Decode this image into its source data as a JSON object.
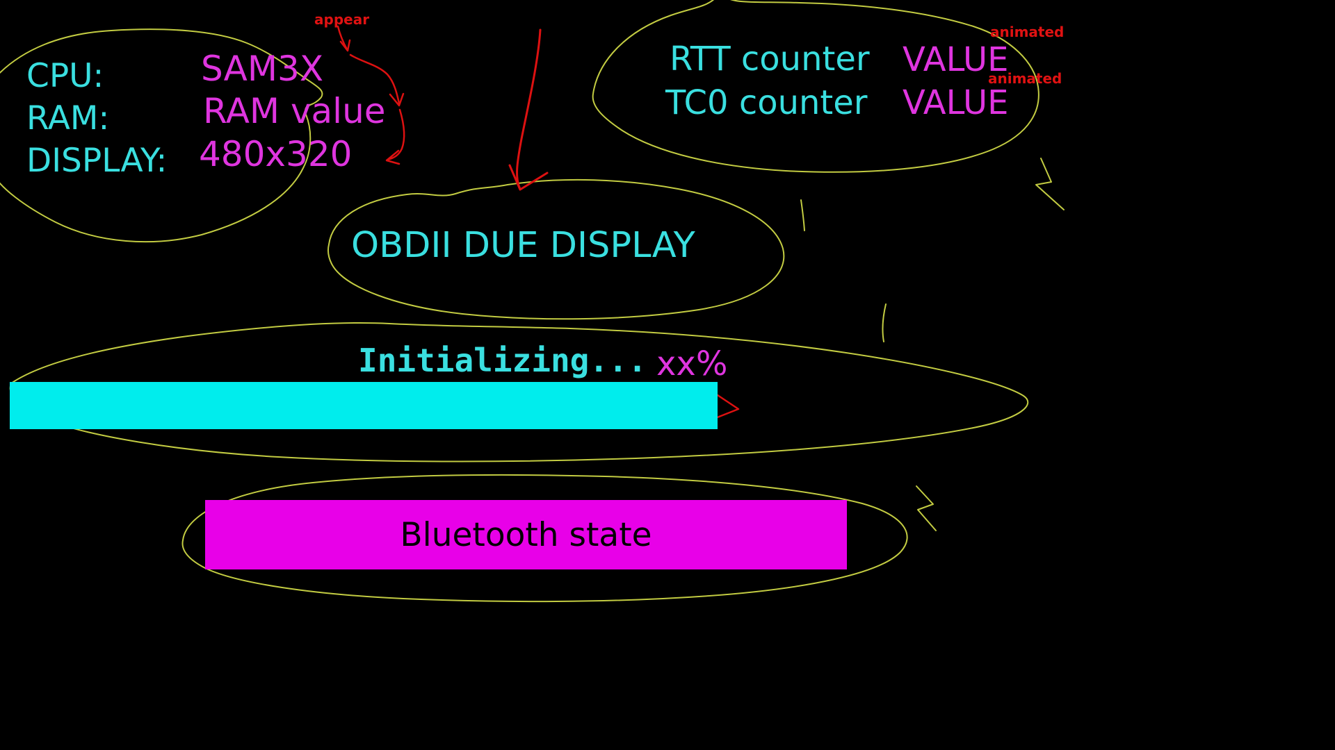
{
  "colors": {
    "background": "#000000",
    "cyan_text": "#3adfe0",
    "magenta_text": "#df35df",
    "annotation_yellow": "#c3cc42",
    "annotation_red": "#dd1111",
    "progress_bar_fill": "#00eded",
    "bluetooth_box": "#e800e8",
    "bluetooth_text": "#000000"
  },
  "info_panel": {
    "rows": [
      {
        "label": "CPU:",
        "value": "SAM3X"
      },
      {
        "label": "RAM:",
        "value": "RAM value"
      },
      {
        "label": "DISPLAY:",
        "value": "480x320"
      }
    ]
  },
  "counter_panel": {
    "rows": [
      {
        "label": "RTT counter",
        "value": "VALUE",
        "note": "animated"
      },
      {
        "label": "TC0 counter",
        "value": "VALUE",
        "note": "animated"
      }
    ]
  },
  "display_title": "OBDII DUE DISPLAY",
  "progress_section": {
    "status_text": "Initializing...",
    "percent_text": "xx%"
  },
  "bluetooth_section": {
    "label": "Bluetooth state"
  },
  "annotations": {
    "appear_label": "appear"
  }
}
